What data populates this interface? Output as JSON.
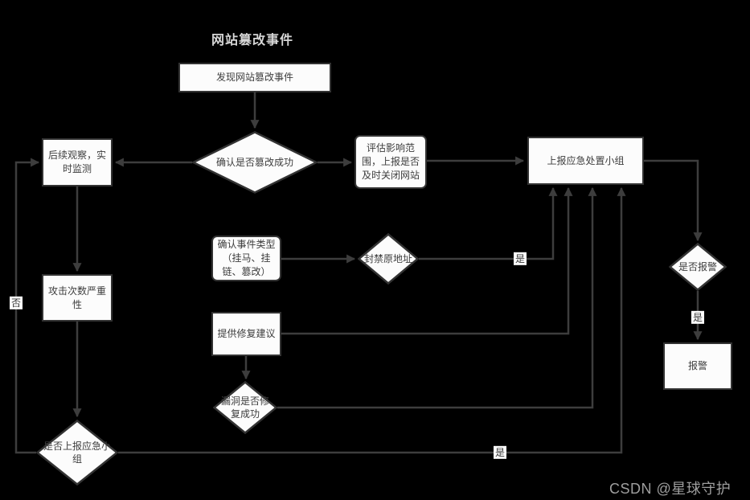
{
  "title": "网站篡改事件",
  "watermark": "CSDN @星球守护",
  "nodes": {
    "discover": "发现网站篡改事件",
    "confirm_tamper": "确认是否篡改成功",
    "observe": "后续观察，实时监测",
    "assess": "评估影响范围，上报是否及时关闭网站",
    "report_group": "上报应急处置小组",
    "event_type": "确认事件类型（挂马、挂链、篡改）",
    "ban_address": "封禁原地址",
    "repair_advice": "提供修复建议",
    "vuln_fixed": "漏洞是否修复成功",
    "attack_severity": "攻击次数严重性",
    "report_team": "是否上报应急小组",
    "alarm_decision": "是否报警",
    "alarm": "报警"
  },
  "edge_labels": {
    "ban_yes": "是",
    "report_team_yes": "是",
    "alarm_yes": "是",
    "report_team_no": "否"
  },
  "colors": {
    "background": "#000000",
    "node_fill": "#fcfcfc",
    "node_border": "#333333",
    "node_text": "#3d3d3d",
    "connector": "#3d3d3d",
    "title_text": "#d6d6d6",
    "edge_label_bg": "#ffffff",
    "watermark_text": "#9e9e9e"
  }
}
